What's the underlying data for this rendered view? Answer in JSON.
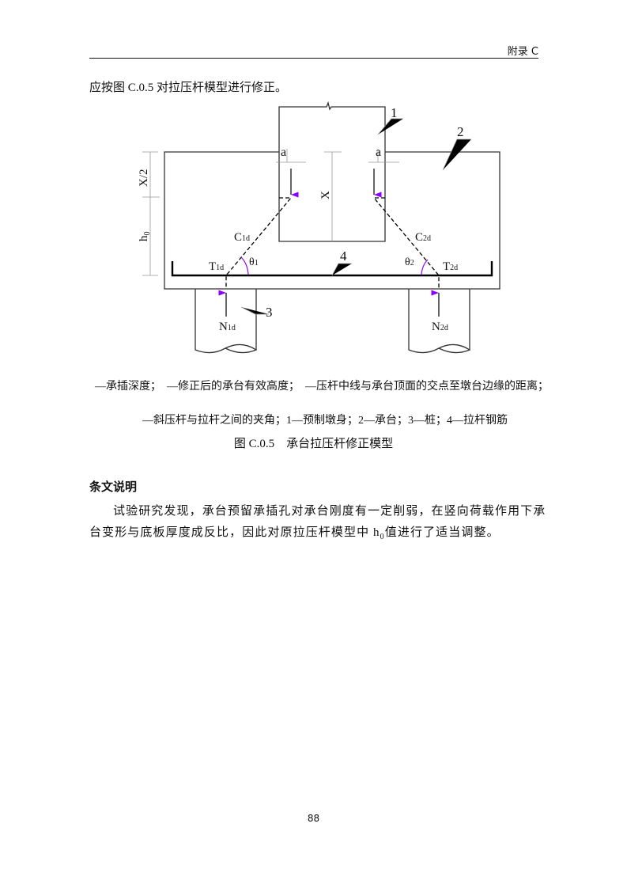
{
  "header": {
    "section": "附录 C"
  },
  "intro": "应按图 C.0.5 对拉压杆模型进行修正。",
  "figure": {
    "labels": {
      "n1": "1",
      "n2": "2",
      "n3": "3",
      "n4": "4",
      "a": "a",
      "x": "X",
      "x_half": "X/2",
      "h0": "h",
      "h0_sub": "0",
      "C1": "C",
      "C1_sub": "1d",
      "C2": "C",
      "C2_sub": "2d",
      "T1": "T",
      "T1_sub": "1d",
      "T2": "T",
      "T2_sub": "2d",
      "N1": "N",
      "N1_sub": "1d",
      "N2": "N",
      "N2_sub": "2d",
      "theta1": "θ",
      "theta1_sub": "1",
      "theta2": "θ",
      "theta2_sub": "2"
    },
    "accent": "#8b00ff",
    "legend_line1": "—承插深度；　—修正后的承台有效高度；　—压杆中线与承台顶面的交点至墩台边缘的距离；",
    "legend_line2": "—斜压杆与拉杆之间的夹角；1—预制墩身；2—承台；3—桩；4—拉杆钢筋",
    "caption": "图 C.0.5　承台拉压杆修正模型"
  },
  "explanation": {
    "title": "条文说明",
    "line1": "试验研究发现，承台预留承插孔对承台刚度有一定削弱，在竖向荷载作用下承",
    "line2_a": "台变形与底板厚度成反比，因此对原拉压杆模型中 h",
    "line2_sub": "0",
    "line2_b": "值进行了适当调整。"
  },
  "page_number": "88"
}
